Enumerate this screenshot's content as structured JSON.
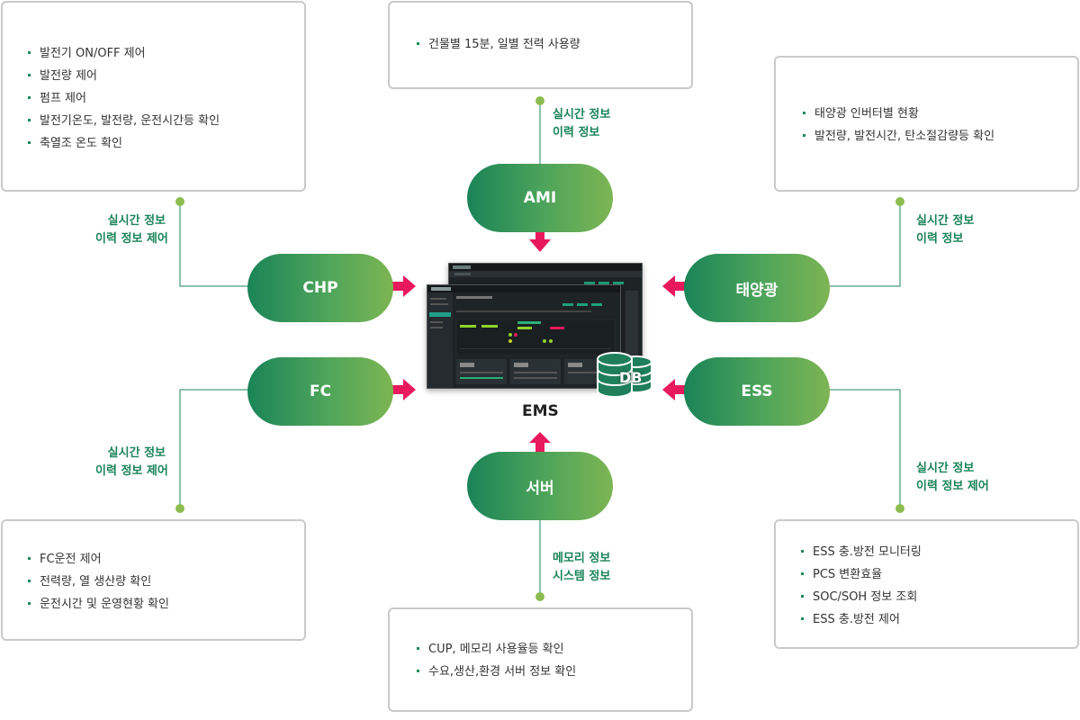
{
  "center": {
    "label": "EMS",
    "db_label": "DB"
  },
  "nodes": {
    "ami": "AMI",
    "chp": "CHP",
    "fc": "FC",
    "solar": "태양광",
    "ess": "ESS",
    "server": "서버"
  },
  "edge_labels": {
    "ami": [
      "실시간 정보",
      "이력 정보"
    ],
    "chp": [
      "실시간 정보",
      "이력 정보 제어"
    ],
    "fc": [
      "실시간 정보",
      "이력 정보 제어"
    ],
    "solar": [
      "실시간 정보",
      "이력 정보"
    ],
    "ess": [
      "실시간 정보",
      "이력 정보 제어"
    ],
    "server": [
      "메모리 정보",
      "시스템 정보"
    ]
  },
  "boxes": {
    "chp": [
      "발전기 ON/OFF 제어",
      "발전량 제어",
      "펌프 제어",
      "발전기온도, 발전량, 운전시간등 확인",
      "축열조 온도 확인"
    ],
    "ami": [
      "건물별 15분, 일별 전력 사용량"
    ],
    "solar": [
      "태양광 인버터별 현황",
      "발전량, 발전시간, 탄소절감량등 확인"
    ],
    "fc": [
      "FC운전 제어",
      "전력량, 열 생산량 확인",
      "운전시간 및 운영현황 확인"
    ],
    "server": [
      "CUP, 메모리 사용율등 확인",
      "수요,생산,환경 서버 정보 확인"
    ],
    "ess": [
      "ESS 충.방전 모니터링",
      "PCS 변환효율",
      "SOC/SOH 정보 조회",
      "ESS 충.방전 제어"
    ]
  },
  "colors": {
    "accent": "#1a8458",
    "gradient_end": "#7db553",
    "arrow": "#e8195c",
    "border": "#c9c9c9"
  }
}
